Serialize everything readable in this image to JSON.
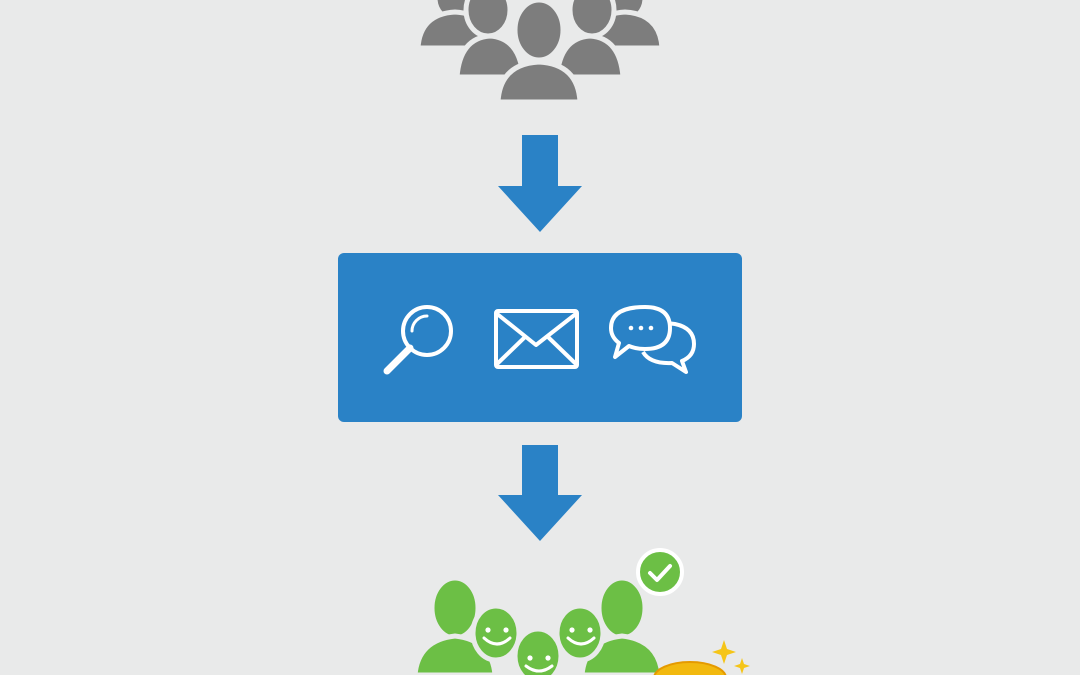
{
  "colors": {
    "background": "#e9eaea",
    "crowd": "#7d7d7d",
    "accent": "#2a82c6",
    "customers": "#6cbf45",
    "coin": "#f2b90f"
  },
  "diagram": {
    "nodes": [
      {
        "id": "audience",
        "icon": "crowd-icon"
      },
      {
        "id": "outreach",
        "icons": [
          "magnifier-icon",
          "envelope-icon",
          "chat-bubbles-icon"
        ]
      },
      {
        "id": "customers",
        "icons": [
          "happy-customers-icon",
          "checkmark-icon",
          "coin-icon",
          "sparkle-icon"
        ]
      }
    ],
    "edges": [
      {
        "from": "audience",
        "to": "outreach"
      },
      {
        "from": "outreach",
        "to": "customers"
      }
    ]
  }
}
